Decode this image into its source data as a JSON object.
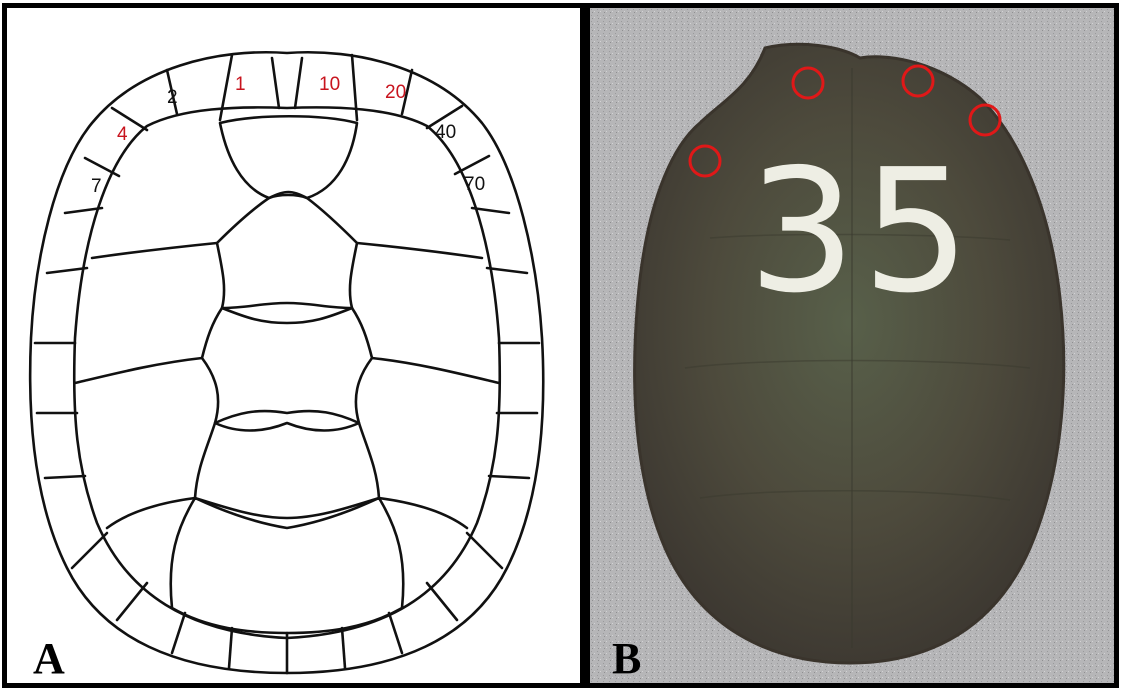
{
  "panels": {
    "a": {
      "letter": "A",
      "scute_labels": [
        {
          "text": "2",
          "color": "black"
        },
        {
          "text": "1",
          "color": "red"
        },
        {
          "text": "10",
          "color": "red"
        },
        {
          "text": "20",
          "color": "red"
        },
        {
          "text": "4",
          "color": "red"
        },
        {
          "text": "40",
          "color": "black"
        },
        {
          "text": "7",
          "color": "black"
        },
        {
          "text": "70",
          "color": "black"
        }
      ]
    },
    "b": {
      "letter": "B",
      "painted_number": "35",
      "notch_markers": 4
    }
  },
  "colors": {
    "red": "#c8141e",
    "black": "#111111",
    "outline": "#111111",
    "marker": "#e01818",
    "paint": "#eeeee4",
    "shell": "#4d4a3c",
    "background_stone": "#b4b4b6"
  }
}
